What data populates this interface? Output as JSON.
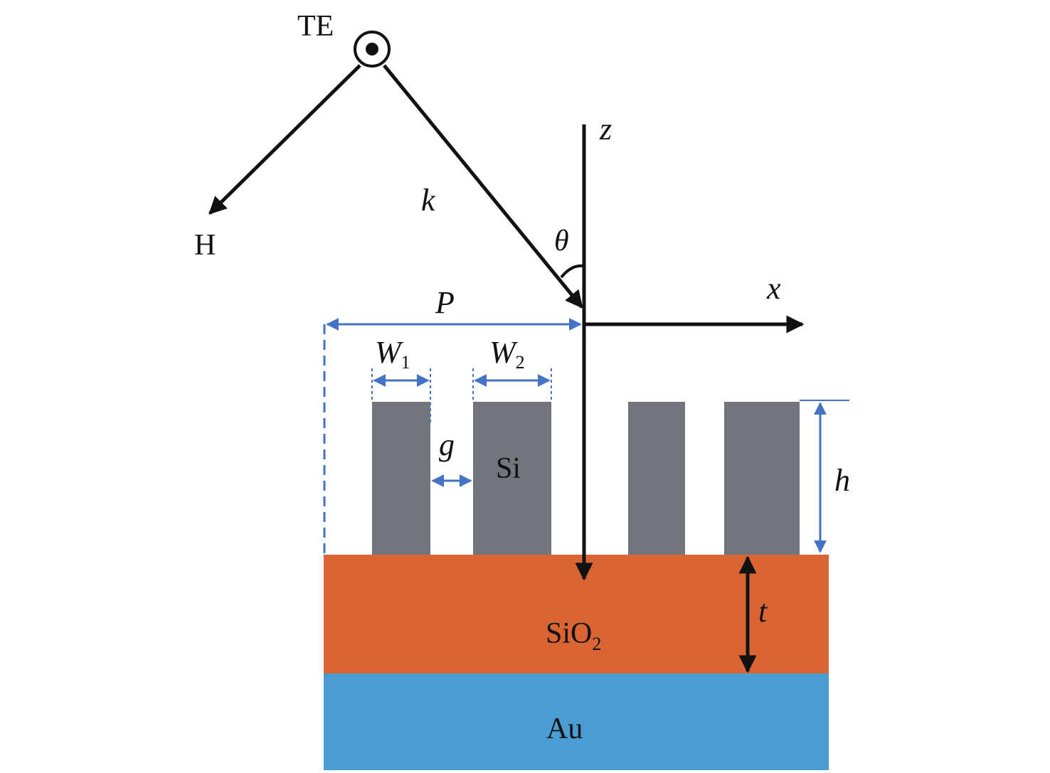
{
  "labels": {
    "te": "TE",
    "h_field": "H",
    "k": "k",
    "theta": "θ",
    "z": "z",
    "x": "x",
    "p": "P",
    "w1": "W",
    "w1_sub": "1",
    "w2": "W",
    "w2_sub": "2",
    "g": "g",
    "si": "Si",
    "h_height": "h",
    "t": "t",
    "sio2": "SiO",
    "sio2_sub": "2",
    "au": "Au"
  },
  "colors": {
    "si": "#72767c",
    "sio2": "#d96535",
    "au": "#4a9dd2",
    "dimension": "#4472c4",
    "ink": "#111111"
  }
}
